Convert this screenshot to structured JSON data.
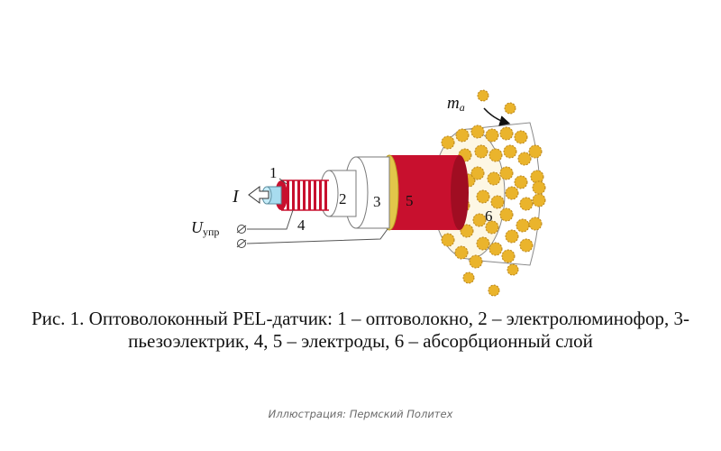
{
  "diagram": {
    "labels": {
      "fiber": "1",
      "electroluminophore": "2",
      "piezoelectric": "3",
      "electrode_inner": "4",
      "electrode_outer": "5",
      "absorption_layer": "6"
    },
    "current_symbol": "I",
    "voltage_symbol": "U",
    "voltage_subscript": "упр",
    "mass_symbol": "m",
    "mass_subscript": "a",
    "colors": {
      "fiber_core": "#a8dcef",
      "electrode_red": "#c8102e",
      "particle_gold": "#eab42c"
    }
  },
  "caption": {
    "text": "Рис. 1. Оптоволоконный PEL-датчик: 1 – оптоволокно, 2 – электролюминофор, 3-пьезоэлектрик, 4, 5 – электроды, 6 – абсорбционный слой"
  },
  "credit": {
    "text": "Иллюстрация: Пермский Политех"
  }
}
